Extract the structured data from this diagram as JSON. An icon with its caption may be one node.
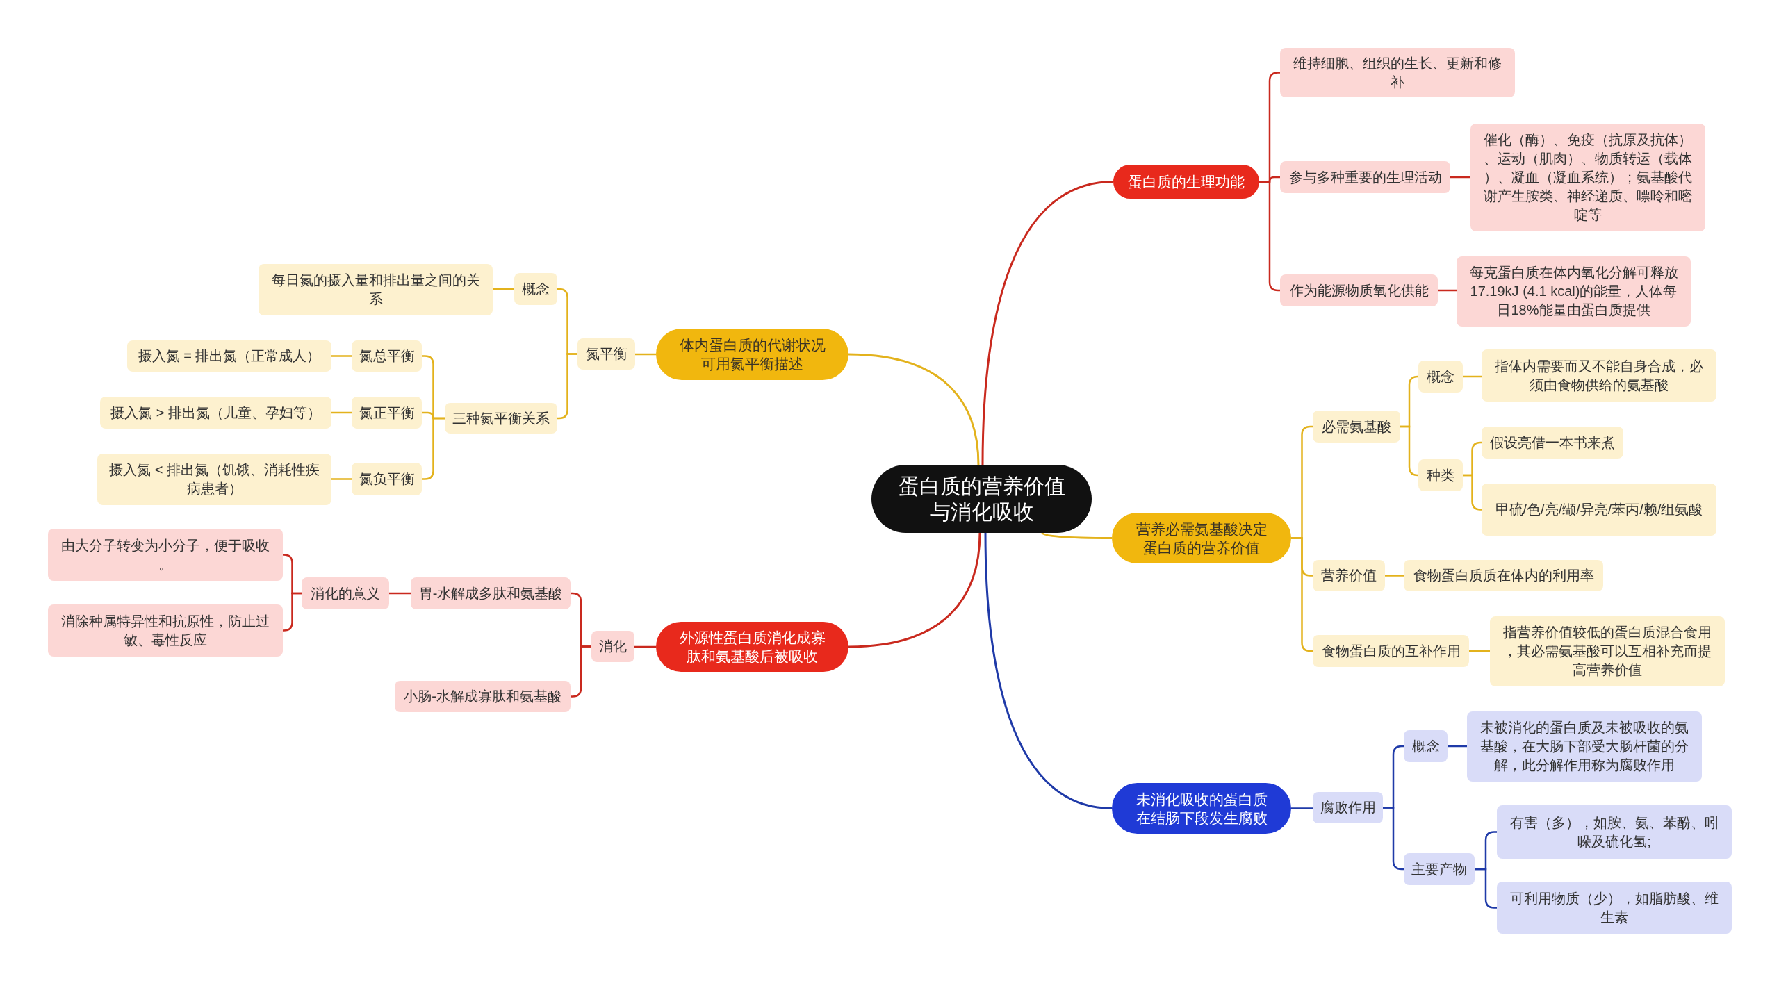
{
  "diagram": {
    "nodes": [
      {
        "text": [
          "蛋白质的营养价值与消化吸收"
        ]
      },
      {
        "text": [
          "蛋白质的生理功能"
        ]
      },
      {
        "text": [
          "维持细胞、组织的生长、更新和修补"
        ]
      },
      {
        "text": [
          "参与多种重要的生理活动"
        ]
      },
      {
        "text": [
          "催化（酶）、免疫（抗原及抗体）、运动（肌肉）、物质转运（载体）、凝血（凝血系统）；氨基酸代谢产生胺类、神经递质、嘌呤和嘧啶等"
        ]
      },
      {
        "text": [
          "作为能源物质氧化供能"
        ]
      },
      {
        "text": [
          "每克蛋白质在体内氧化分解可释放17.19kJ (4.1 kcal)的能量，人体每日18%能量由蛋白质提供"
        ]
      },
      {
        "text": [
          "体内蛋白质的代谢状况可用氮平衡描述"
        ]
      },
      {
        "text": [
          "氮平衡"
        ]
      },
      {
        "text": [
          "概念"
        ]
      },
      {
        "text": [
          "每日氮的摄入量和排出量之间的关系"
        ]
      },
      {
        "text": [
          "三种氮平衡关系"
        ]
      },
      {
        "text": [
          "氮总平衡"
        ]
      },
      {
        "text": [
          "摄入氮 = 排出氮（正常成人）"
        ]
      },
      {
        "text": [
          "氮正平衡"
        ]
      },
      {
        "text": [
          "摄入氮 > 排出氮（儿童、孕妇等）"
        ]
      },
      {
        "text": [
          "氮负平衡"
        ]
      },
      {
        "text": [
          "摄入氮 < 排出氮（饥饿、消耗性疾病患者）"
        ]
      },
      {
        "text": [
          "营养必需氨基酸决定蛋白质的营养价值"
        ]
      },
      {
        "text": [
          "必需氨基酸"
        ]
      },
      {
        "text": [
          "概念"
        ]
      },
      {
        "text": [
          "指体内需要而又不能自身合成，必须由食物供给的氨基酸"
        ]
      },
      {
        "text": [
          "种类"
        ]
      },
      {
        "text": [
          "假设亮借一本书来煮"
        ]
      },
      {
        "text": [
          "甲硫/色/亮/缬/异亮/苯丙/赖/组氨酸"
        ]
      },
      {
        "text": [
          "营养价值"
        ]
      },
      {
        "text": [
          "食物蛋白质质在体内的利用率"
        ]
      },
      {
        "text": [
          "食物蛋白质的互补作用"
        ]
      },
      {
        "text": [
          "指营养价值较低的蛋白质混合食用，其必需氨基酸可以互相补充而提高营养价值"
        ]
      },
      {
        "text": [
          "外源性蛋白质消化成寡肽和氨基酸后被吸收"
        ]
      },
      {
        "text": [
          "消化"
        ]
      },
      {
        "text": [
          "胃-水解成多肽和氨基酸"
        ]
      },
      {
        "text": [
          "消化的意义"
        ]
      },
      {
        "text": [
          "由大分子转变为小分子，便于吸收。"
        ]
      },
      {
        "text": [
          "消除种属特异性和抗原性，防止过敏、毒性反应"
        ]
      },
      {
        "text": [
          "小肠-水解成寡肽和氨基酸"
        ]
      },
      {
        "text": [
          "未消化吸收的蛋白质在结肠下段发生腐败"
        ]
      },
      {
        "text": [
          "腐败作用"
        ]
      },
      {
        "text": [
          "概念"
        ]
      },
      {
        "text": [
          "未被消化的蛋白质及未被吸收的氨基酸，在大肠下部受大肠杆菌的分解，此分解作用称为腐败作用"
        ]
      },
      {
        "text": [
          "主要产物"
        ]
      },
      {
        "text": [
          "有害（多），如胺、氨、苯酚、吲哚及硫化氢;"
        ]
      },
      {
        "text": [
          "可利用物质（少），如脂肪酸、维生素"
        ]
      }
    ],
    "edges": [
      {
        "from": 0,
        "to": 1,
        "arrow": "none",
        "color": "#c9291e"
      },
      {
        "from": 1,
        "to": 2,
        "arrow": "none",
        "color": "#c9291e"
      },
      {
        "from": 1,
        "to": 3,
        "arrow": "none",
        "color": "#c9291e"
      },
      {
        "from": 3,
        "to": 4,
        "arrow": "none",
        "color": "#c9291e"
      },
      {
        "from": 1,
        "to": 5,
        "arrow": "none",
        "color": "#c9291e"
      },
      {
        "from": 5,
        "to": 6,
        "arrow": "none",
        "color": "#c9291e"
      },
      {
        "from": 0,
        "to": 7,
        "arrow": "none"
      },
      {
        "from": 7,
        "to": 8,
        "arrow": "none"
      },
      {
        "from": 8,
        "to": 9,
        "arrow": "none"
      },
      {
        "from": 9,
        "to": 10,
        "arrow": "none"
      },
      {
        "from": 8,
        "to": 11,
        "arrow": "none"
      },
      {
        "from": 11,
        "to": 12,
        "arrow": "none"
      },
      {
        "from": 12,
        "to": 13,
        "arrow": "none"
      },
      {
        "from": 11,
        "to": 14,
        "arrow": "none"
      },
      {
        "from": 14,
        "to": 15,
        "arrow": "none"
      },
      {
        "from": 11,
        "to": 16,
        "arrow": "none"
      },
      {
        "from": 16,
        "to": 17,
        "arrow": "none"
      },
      {
        "from": 0,
        "to": 18,
        "arrow": "none"
      },
      {
        "from": 18,
        "to": 19,
        "arrow": "none"
      },
      {
        "from": 19,
        "to": 20,
        "arrow": "none"
      },
      {
        "from": 20,
        "to": 21,
        "arrow": "none"
      },
      {
        "from": 19,
        "to": 22,
        "arrow": "none"
      },
      {
        "from": 22,
        "to": 23,
        "arrow": "none"
      },
      {
        "from": 22,
        "to": 24,
        "arrow": "none"
      },
      {
        "from": 18,
        "to": 25,
        "arrow": "none"
      },
      {
        "from": 25,
        "to": 26,
        "arrow": "none"
      },
      {
        "from": 18,
        "to": 27,
        "arrow": "none"
      },
      {
        "from": 27,
        "to": 28,
        "arrow": "none"
      },
      {
        "from": 0,
        "to": 29,
        "arrow": "none",
        "color": "#c9291e"
      },
      {
        "from": 29,
        "to": 30,
        "arrow": "none",
        "color": "#c9291e"
      },
      {
        "from": 30,
        "to": 31,
        "arrow": "none",
        "color": "#c9291e"
      },
      {
        "from": 31,
        "to": 32,
        "arrow": "none",
        "color": "#c9291e"
      },
      {
        "from": 32,
        "to": 33,
        "arrow": "none",
        "color": "#c9291e"
      },
      {
        "from": 32,
        "to": 34,
        "arrow": "none",
        "color": "#c9291e"
      },
      {
        "from": 30,
        "to": 35,
        "arrow": "none",
        "color": "#c9291e"
      },
      {
        "from": 0,
        "to": 36,
        "arrow": "none",
        "color": "#1f3aa8"
      },
      {
        "from": 36,
        "to": 37,
        "arrow": "none",
        "color": "#1f3aa8"
      },
      {
        "from": 37,
        "to": 38,
        "arrow": "none",
        "color": "#1f3aa8"
      },
      {
        "from": 38,
        "to": 39,
        "arrow": "none",
        "color": "#1f3aa8"
      },
      {
        "from": 37,
        "to": 40,
        "arrow": "none",
        "color": "#1f3aa8"
      },
      {
        "from": 40,
        "to": 41,
        "arrow": "none",
        "color": "#1f3aa8"
      },
      {
        "from": 40,
        "to": 42,
        "arrow": "none",
        "color": "#1f3aa8"
      }
    ]
  }
}
